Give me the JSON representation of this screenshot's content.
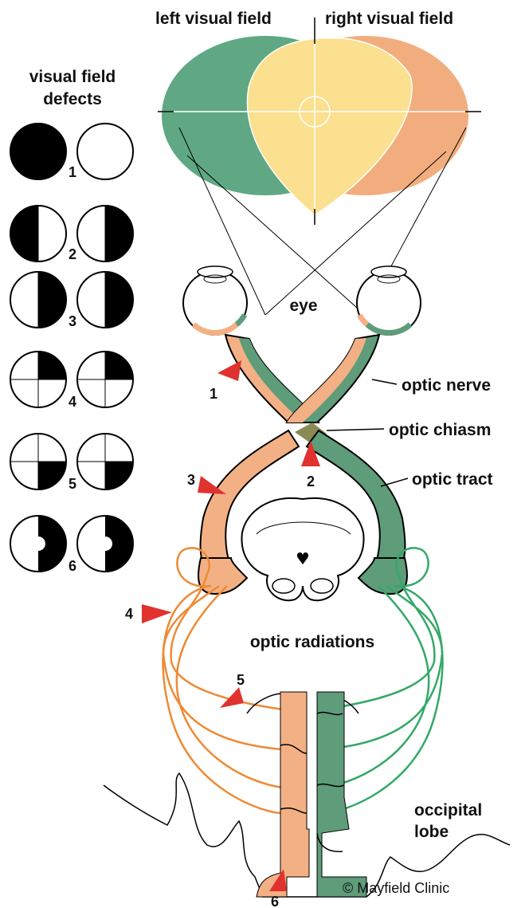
{
  "labels": {
    "left_field": "left visual field",
    "right_field": "right visual field",
    "defects_line1": "visual field",
    "defects_line2": "defects",
    "eye": "eye",
    "optic_nerve": "optic nerve",
    "optic_chiasm": "optic chiasm",
    "optic_tract": "optic tract",
    "optic_radiations": "optic radiations",
    "occipital_line1": "occipital",
    "occipital_line2": "lobe",
    "copyright": "© Mayfield Clinic"
  },
  "defects": [
    {
      "number": "1"
    },
    {
      "number": "2"
    },
    {
      "number": "3"
    },
    {
      "number": "4"
    },
    {
      "number": "5"
    },
    {
      "number": "6"
    }
  ],
  "lesion_markers": [
    "1",
    "2",
    "3",
    "4",
    "5",
    "6"
  ],
  "colors": {
    "left_field_green": "#5fa883",
    "right_field_orange": "#f2ad7e",
    "overlap_yellow": "#fbe08f",
    "pathway_green": "#5e9c7a",
    "pathway_orange": "#f3b084",
    "radiation_orange": "#ee8a34",
    "radiation_green": "#34a868",
    "marker_red": "#e0322e"
  }
}
